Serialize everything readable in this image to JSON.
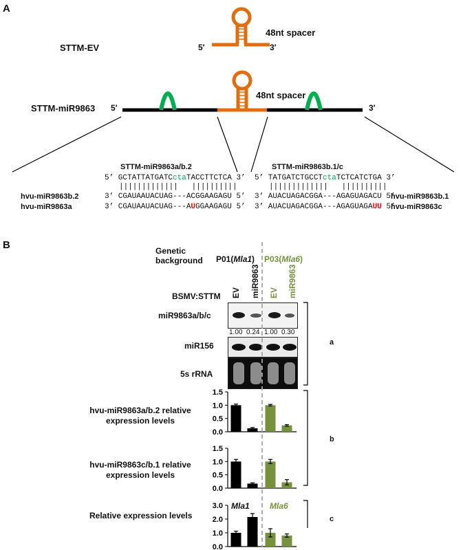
{
  "panels": {
    "a": "A",
    "b": "B"
  },
  "colors": {
    "orange": "#e46c0a",
    "green": "#00b050",
    "black": "#000000",
    "olive": "#76923c",
    "red": "#ff0000",
    "dashed": "#a6a6a6"
  },
  "constructs": {
    "ev_label": "STTM-EV",
    "mir_label": "STTM-miR9863",
    "spacer_label": "48nt spacer",
    "prime5": "5′",
    "prime3": "3′"
  },
  "left_alignment": {
    "title": "STTM-miR9863a/b.2",
    "top_seq_pre": "5’ GCTATTATGATC",
    "top_seq_mid": "cta",
    "top_seq_post": "TACCTTCTCA 3’",
    "bars": "|||||||||||||   ||||||||||",
    "row1_label": "hvu-miR9863b.2",
    "row1_seq": "3’ CGAUAAUACUAG---ACGGAAGAGU 5’",
    "row2_label": "hvu-miR9863a",
    "row2_pre": "3’ CGAUAAUACUAG---A",
    "row2_red": "U",
    "row2_post": "GGAAGAGU 5’"
  },
  "right_alignment": {
    "title": "STTM-miR9863b.1/c",
    "top_seq_pre": "5’ TATGATCTGCCT",
    "top_seq_mid": "cta",
    "top_seq_post": "TCTCATCTGA 3’",
    "bars": "|||||||||||||   ||||||||||",
    "row1_label": "hvu-miR9863b.1",
    "row1_seq": "3’ AUACUAGACGGA---AGAGUAGACU 5’",
    "row2_label": "hvu-miR9863c",
    "row2_pre": "3’ AUACUAGACGGA---AGAGUAGA",
    "row2_red": "UU",
    "row2_post": " 5’"
  },
  "panel_b": {
    "genetic_background": "Genetic background",
    "p01": "P01(",
    "mla1": "Mla1",
    "p03": "P03(",
    "mla6": "Mla6",
    "close_paren": ")",
    "bsmv": "BSMV:STTM",
    "lanes": [
      "EV",
      "miR9863",
      "EV",
      "miR9863"
    ],
    "blot_labels": {
      "mir9863": "miR9863a/b/c",
      "mir156": "miR156",
      "rrna": "5s rRNA"
    },
    "quant": [
      "1.00",
      "0.24",
      "1.00",
      "0.30"
    ],
    "brackets": {
      "a": "a",
      "b": "b",
      "c": "c"
    },
    "chart_labels": {
      "c1": "hvu-miR9863a/b.2 relative expression levels",
      "c2": "hvu-miR9863c/b.1 relative expression levels",
      "c3": "Relative expression levels"
    },
    "c3_annot": {
      "left": "Mla1",
      "right": "Mla6"
    }
  },
  "chart_data": [
    {
      "type": "bar",
      "categories": [
        "EV",
        "miR9863",
        "EV",
        "miR9863"
      ],
      "values": [
        1.0,
        0.13,
        1.0,
        0.24
      ],
      "errors": [
        0.04,
        0.03,
        0.03,
        0.03
      ],
      "colors": [
        "#000000",
        "#000000",
        "#76923c",
        "#76923c"
      ],
      "ylabel": "hvu-miR9863a/b.2 relative expression levels",
      "ylim": [
        0,
        1.5
      ],
      "yticks": [
        "0.0",
        "0.5",
        "1.0",
        "1.5"
      ]
    },
    {
      "type": "bar",
      "categories": [
        "EV",
        "miR9863",
        "EV",
        "miR9863"
      ],
      "values": [
        1.0,
        0.17,
        1.0,
        0.22
      ],
      "errors": [
        0.08,
        0.03,
        0.08,
        0.1
      ],
      "colors": [
        "#000000",
        "#000000",
        "#76923c",
        "#76923c"
      ],
      "ylabel": "hvu-miR9863c/b.1 relative expression levels",
      "ylim": [
        0,
        1.5
      ],
      "yticks": [
        "0.0",
        "0.5",
        "1.0",
        "1.5"
      ]
    },
    {
      "type": "bar",
      "categories": [
        "EV",
        "miR9863",
        "EV",
        "miR9863"
      ],
      "values": [
        1.0,
        2.15,
        1.0,
        0.8
      ],
      "errors": [
        0.12,
        0.25,
        0.3,
        0.12
      ],
      "colors": [
        "#000000",
        "#000000",
        "#76923c",
        "#76923c"
      ],
      "ylabel": "Relative expression levels",
      "ylim": [
        0,
        3.0
      ],
      "yticks": [
        "0.0",
        "1.0",
        "2.0",
        "3.0"
      ]
    }
  ]
}
